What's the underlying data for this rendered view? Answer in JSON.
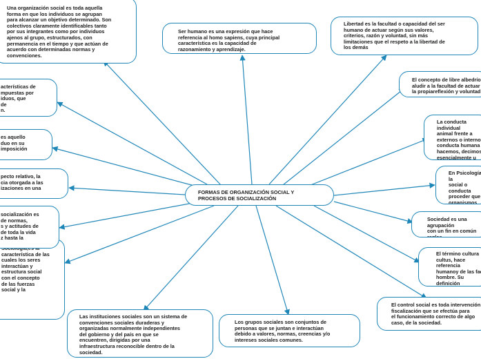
{
  "colors": {
    "accent": "#1f86b8",
    "text": "#1b1b1b",
    "background": "#ffffff"
  },
  "center": {
    "text": "FORMAS DE ORGANIZACIÓN SOCIAL Y\nPROCESOS DE SOCIALIZACIÓN"
  },
  "nodes": [
    {
      "id": "n1",
      "text": "Una organización social es toda aquella\nforma en que los individuos se agrupan\npara alcanzar un objetivo determinado. Son\ncolectivos claramente identificables tanto\npor sus integrantes como por individuos\najenos al grupo, estructurados, con\npermanencia en el tiempo y que actúan de\nacuerdo con determinadas normas y\nconvenciones."
    },
    {
      "id": "n2",
      "text": "Ser humano es una expresión que hace\nreferencia al homo sapiens, cuya principal\ncaracterística es la capacidad de\nrazonamiento y aprendizaje."
    },
    {
      "id": "n3",
      "text": "Libertad es la facultad o capacidad del ser\nhumano de actuar según sus valores,\ncriterios, razón y voluntad, sin más\nlimitaciones que el respeto a la libertad de\nlos demás"
    },
    {
      "id": "n4",
      "text": "El concepto de libre albedrío\naludir a la facultad de actuar\nla propiareflexión y voluntad"
    },
    {
      "id": "n5",
      "text": "La conducta individual\nanimal frente a\nexternos o internos\nconducta humana\nhacemos, decimos\nesencialmente u"
    },
    {
      "id": "n6",
      "text": "En Psicología, la\nsocial o conducta\nproceder que\norganismos\ncon el mundo"
    },
    {
      "id": "n7",
      "text": "Sociedad es una agrupación\ncon un fin en común\nreglas."
    },
    {
      "id": "n8",
      "text": "El término cultura\ncultus, hace referencia\nhumanoy de las fac\nhombre. Su definición\nlargo de la historia"
    },
    {
      "id": "n9",
      "text": "El control social es toda intervención\nfiscalización que se efectúa para\nel funcionamiento correcto de algo\ncaso, de la sociedad."
    },
    {
      "id": "n10",
      "text": "Los grupos sociales son conjuntos de\npersonas que se juntan e interactúan\ndebido a valores, normas, creencias y/o\nintereses sociales comunes."
    },
    {
      "id": "n11",
      "text": "Las instituciones sociales son un sistema de\nconvenciones sociales duraderas y\norganizadas normalmente independientes\ndel gobierno y del país en que se\nencuentren, dirigidas por una\ninfraestructura reconocible dentro de la\nsociedad."
    },
    {
      "id": "n12",
      "text": "Sociología,es la\ncaracterística de las\ncuales los seres\ninteractúan y\nestructura social\ncon el concepto\nde las fuerzas\nsocial y la\n"
    },
    {
      "id": "n13",
      "text": "socialización es\nde normas,\ns y actitudes de\nde toda la vida\nz hasta la"
    },
    {
      "id": "n14",
      "text": "pecto relativo, la\ncia otorgada a las\nizaciones en una"
    },
    {
      "id": "n15",
      "text": "es aquello\nduo en su\nimposición"
    },
    {
      "id": "n16",
      "text": "acterísticas de\nmpuestas por\niduos, que\nde\nn."
    }
  ]
}
